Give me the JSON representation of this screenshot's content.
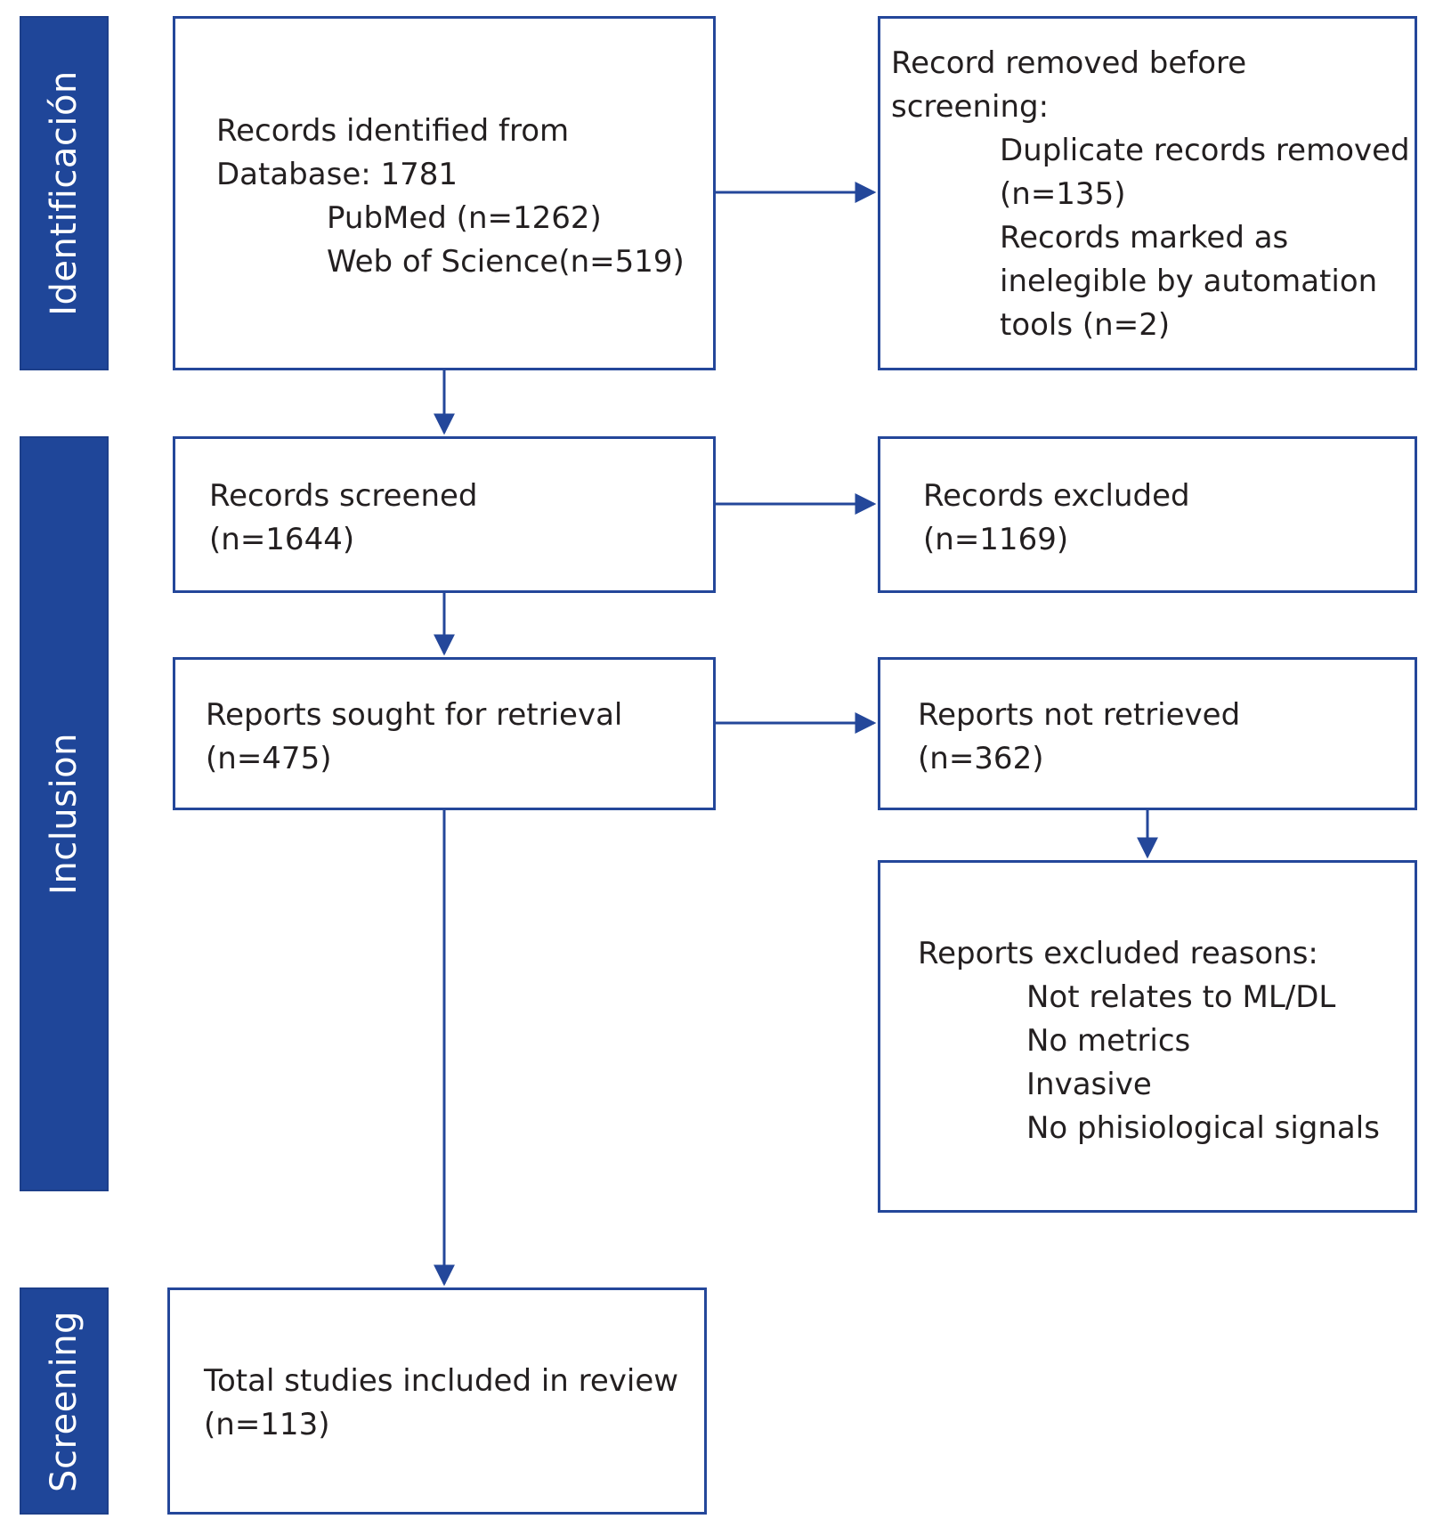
{
  "phases": {
    "identification": "Identificación",
    "inclusion": "Inclusion",
    "screening": "Screening"
  },
  "boxes": {
    "identified": {
      "line1": "Records identified from",
      "line2": "Database: 1781",
      "line3": "PubMed (n=1262)",
      "line4": "Web of Science(n=519)"
    },
    "removed": {
      "line1": "Record removed before",
      "line2": "screening:",
      "line3": "Duplicate records removed",
      "line4": "(n=135)",
      "line5": "Records marked as",
      "line6": "inelegible by automation",
      "line7": "tools (n=2)"
    },
    "screened": {
      "line1": "Records screened",
      "line2": "(n=1644)"
    },
    "excluded": {
      "line1": "Records excluded",
      "line2": "(n=1169)"
    },
    "sought": {
      "line1": "Reports sought for retrieval",
      "line2": "(n=475)"
    },
    "not_retrieved": {
      "line1": "Reports not retrieved",
      "line2": "(n=362)"
    },
    "reasons": {
      "line1": "Reports excluded reasons:",
      "line2": "Not relates to ML/DL",
      "line3": "No metrics",
      "line4": "Invasive",
      "line5": "No phisiological signals"
    },
    "included": {
      "line1": "Total studies included in review",
      "line2": "(n=113)"
    }
  },
  "colors": {
    "phase_fill": "#1f4699",
    "box_border": "#24479a",
    "arrow": "#24479a"
  }
}
